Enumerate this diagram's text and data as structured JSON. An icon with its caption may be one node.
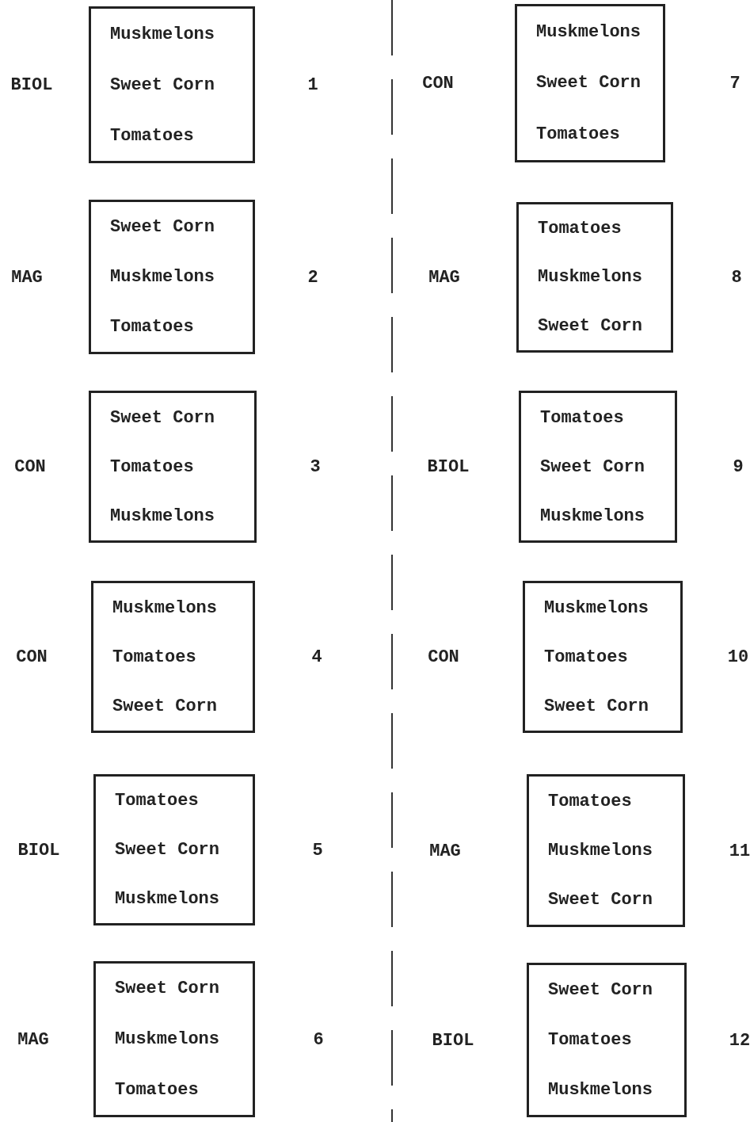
{
  "diagram": {
    "nodes": [
      {
        "text": [
          "Muskmelons",
          "Sweet Corn",
          "Tomatoes"
        ],
        "beside": [
          "BIOL",
          "1"
        ]
      },
      {
        "text": [
          "Sweet Corn",
          "Muskmelons",
          "Tomatoes"
        ],
        "beside": [
          "MAG",
          "2"
        ]
      },
      {
        "text": [
          "Sweet Corn",
          "Tomatoes",
          "Muskmelons"
        ],
        "beside": [
          "CON",
          "3"
        ]
      },
      {
        "text": [
          "Muskmelons",
          "Tomatoes",
          "Sweet Corn"
        ],
        "beside": [
          "CON",
          "4"
        ]
      },
      {
        "text": [
          "Tomatoes",
          "Sweet Corn",
          "Muskmelons"
        ],
        "beside": [
          "BIOL",
          "5"
        ]
      },
      {
        "text": [
          "Sweet Corn",
          "Muskmelons",
          "Tomatoes"
        ],
        "beside": [
          "MAG",
          "6"
        ]
      },
      {
        "text": [
          "Muskmelons",
          "Sweet Corn",
          "Tomatoes"
        ],
        "beside": [
          "CON",
          "7"
        ]
      },
      {
        "text": [
          "Tomatoes",
          "Muskmelons",
          "Sweet Corn"
        ],
        "beside": [
          "MAG",
          "8"
        ]
      },
      {
        "text": [
          "Tomatoes",
          "Sweet Corn",
          "Muskmelons"
        ],
        "beside": [
          "BIOL",
          "9"
        ]
      },
      {
        "text": [
          "Muskmelons",
          "Tomatoes",
          "Sweet Corn"
        ],
        "beside": [
          "CON",
          "10"
        ]
      },
      {
        "text": [
          "Tomatoes",
          "Muskmelons",
          "Sweet Corn"
        ],
        "beside": [
          "MAG",
          "11"
        ]
      },
      {
        "text": [
          "Sweet Corn",
          "Tomatoes",
          "Muskmelons"
        ],
        "beside": [
          "BIOL",
          "12"
        ]
      }
    ]
  }
}
